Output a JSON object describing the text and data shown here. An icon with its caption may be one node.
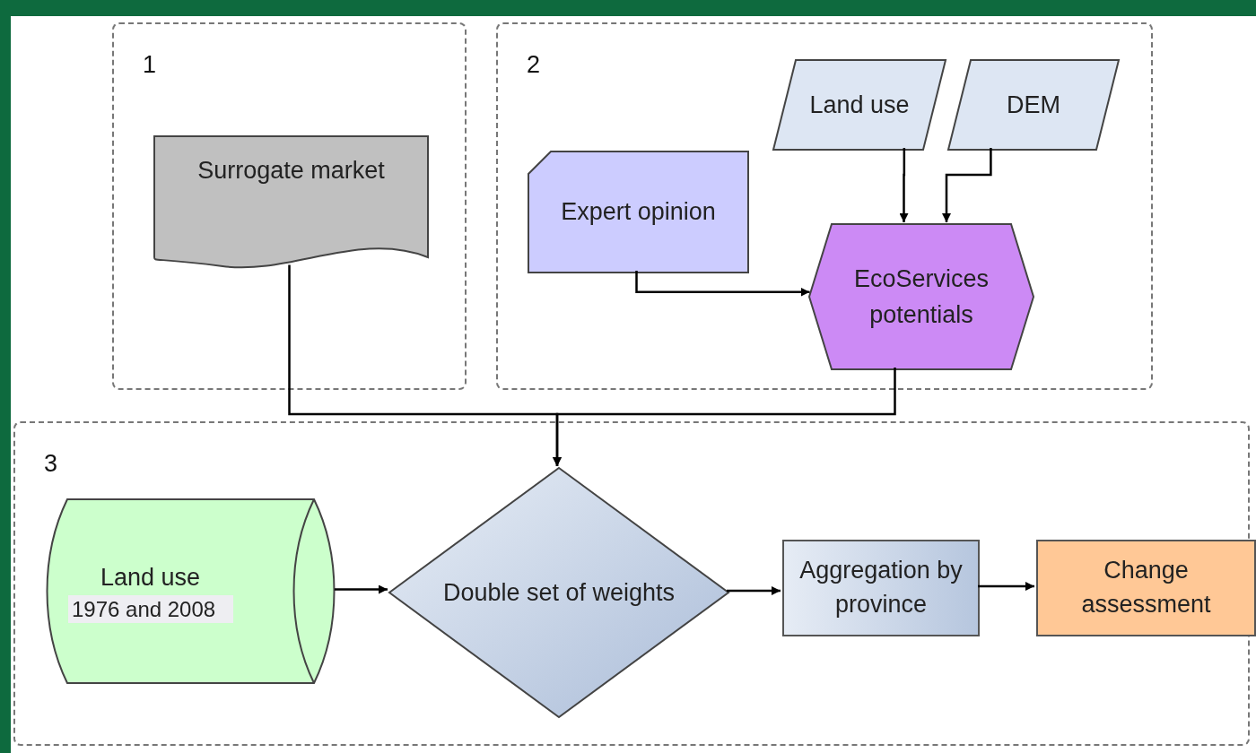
{
  "diagram": {
    "nodes": [
      {
        "text": [
          "1"
        ]
      },
      {
        "text": [
          "Surrogate market"
        ],
        "in": 0
      },
      {
        "text": [
          "2"
        ]
      },
      {
        "text": [
          "Land use"
        ],
        "in": 2
      },
      {
        "text": [
          "DEM"
        ],
        "in": 2
      },
      {
        "text": [
          "Expert opinion"
        ],
        "in": 2
      },
      {
        "text": [
          "EcoServices potentials"
        ],
        "in": 2
      },
      {
        "text": [
          "3"
        ]
      },
      {
        "text": [
          "Land use",
          "1976 and 2008"
        ],
        "in": 7
      },
      {
        "text": [
          "Double set of weights"
        ],
        "in": 7
      },
      {
        "text": [
          "Aggregation by province"
        ],
        "in": 7
      },
      {
        "text": [
          "Change assessment"
        ],
        "in": 7
      }
    ],
    "edges": [
      {
        "from": 3,
        "to": 6,
        "arrow": "to"
      },
      {
        "from": 4,
        "to": 6,
        "arrow": "to"
      },
      {
        "from": 5,
        "to": 6,
        "arrow": "to"
      },
      {
        "from": 1,
        "to": 9,
        "arrow": "to"
      },
      {
        "from": 6,
        "to": 9,
        "arrow": "to"
      },
      {
        "from": 8,
        "to": 9,
        "arrow": "to"
      },
      {
        "from": 9,
        "to": 10,
        "arrow": "to"
      },
      {
        "from": 10,
        "to": 11,
        "arrow": "to"
      }
    ]
  }
}
